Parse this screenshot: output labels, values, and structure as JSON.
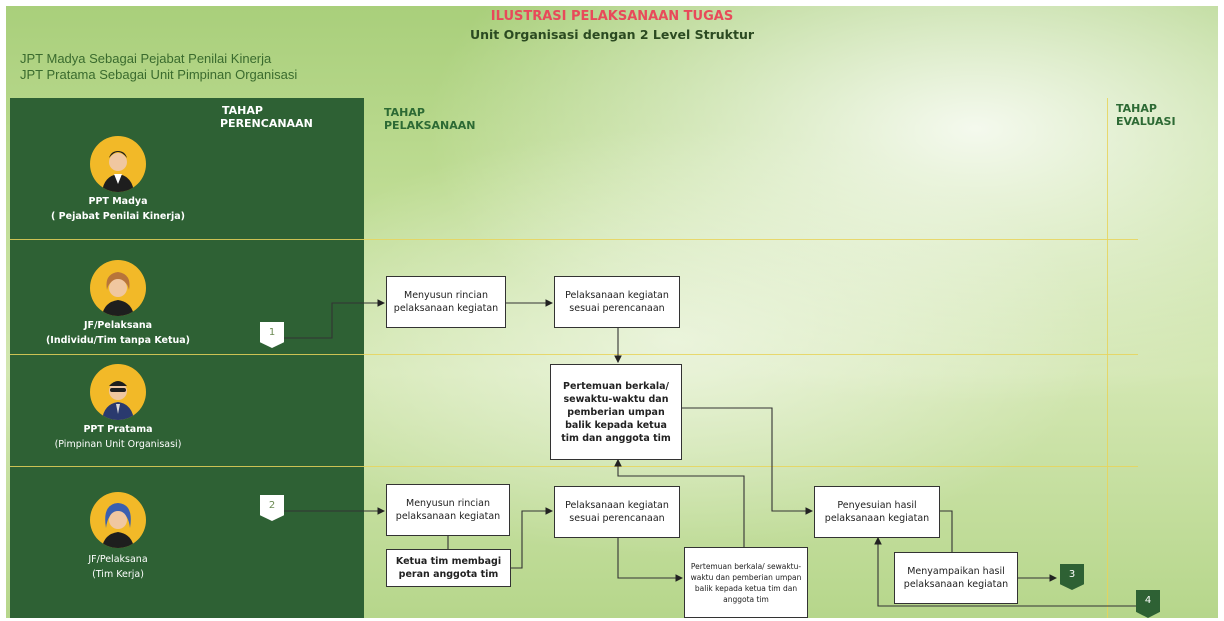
{
  "header": {
    "title": "ILUSTRASI PELAKSANAAN TUGAS",
    "subtitle": "Unit Organisasi dengan 2 Level Struktur",
    "note_line1": "JPT Madya Sebagai Pejabat Penilai Kinerja",
    "note_line2": "JPT Pratama Sebagai Unit Pimpinan Organisasi"
  },
  "phases": {
    "planning_1": "TAHAP",
    "planning_2": "PERENCANAAN",
    "execution_1": "TAHAP",
    "execution_2": "PELAKSANAAN",
    "evaluation_1": "TAHAP",
    "evaluation_2": "EVALUASI"
  },
  "roles": [
    {
      "name": "PPT Madya",
      "sub": "( Pejabat Penilai Kinerja)"
    },
    {
      "name": "JF/Pelaksana",
      "sub": "(Individu/Tim tanpa Ketua)"
    },
    {
      "name": "PPT Pratama",
      "sub": "(Pimpinan Unit Organisasi)"
    },
    {
      "name": "JF/Pelaksana",
      "sub": "(Tim Kerja)"
    }
  ],
  "boxes": {
    "rincian_1": "Menyusun rincian pelaksanaan kegiatan",
    "pelaksanaan_1": "Pelaksanaan kegiatan sesuai perencanaan",
    "pertemuan_1": "Pertemuan berkala/ sewaktu-waktu dan pemberian umpan balik kepada ketua tim dan anggota tim",
    "rincian_2": "Menyusun rincian pelaksanaan kegiatan",
    "ketua_tim": "Ketua tim membagi peran anggota tim",
    "pelaksanaan_2": "Pelaksanaan kegiatan sesuai perencanaan",
    "pertemuan_2": "Pertemuan berkala/ sewaktu-waktu dan pemberian umpan balik kepada ketua tim dan anggota tim",
    "penyesuaian": "Penyesuian hasil pelaksanaan kegiatan",
    "menyampaikan": "Menyampaikan hasil pelaksanaan kegiatan"
  },
  "markers": {
    "m1": "1",
    "m2": "2",
    "m3": "3",
    "m4": "4"
  },
  "colors": {
    "panel": "#2e6134",
    "title_red": "#e84a5a",
    "divider": "#e8d35a",
    "avatar_bg": "#f2b928"
  }
}
